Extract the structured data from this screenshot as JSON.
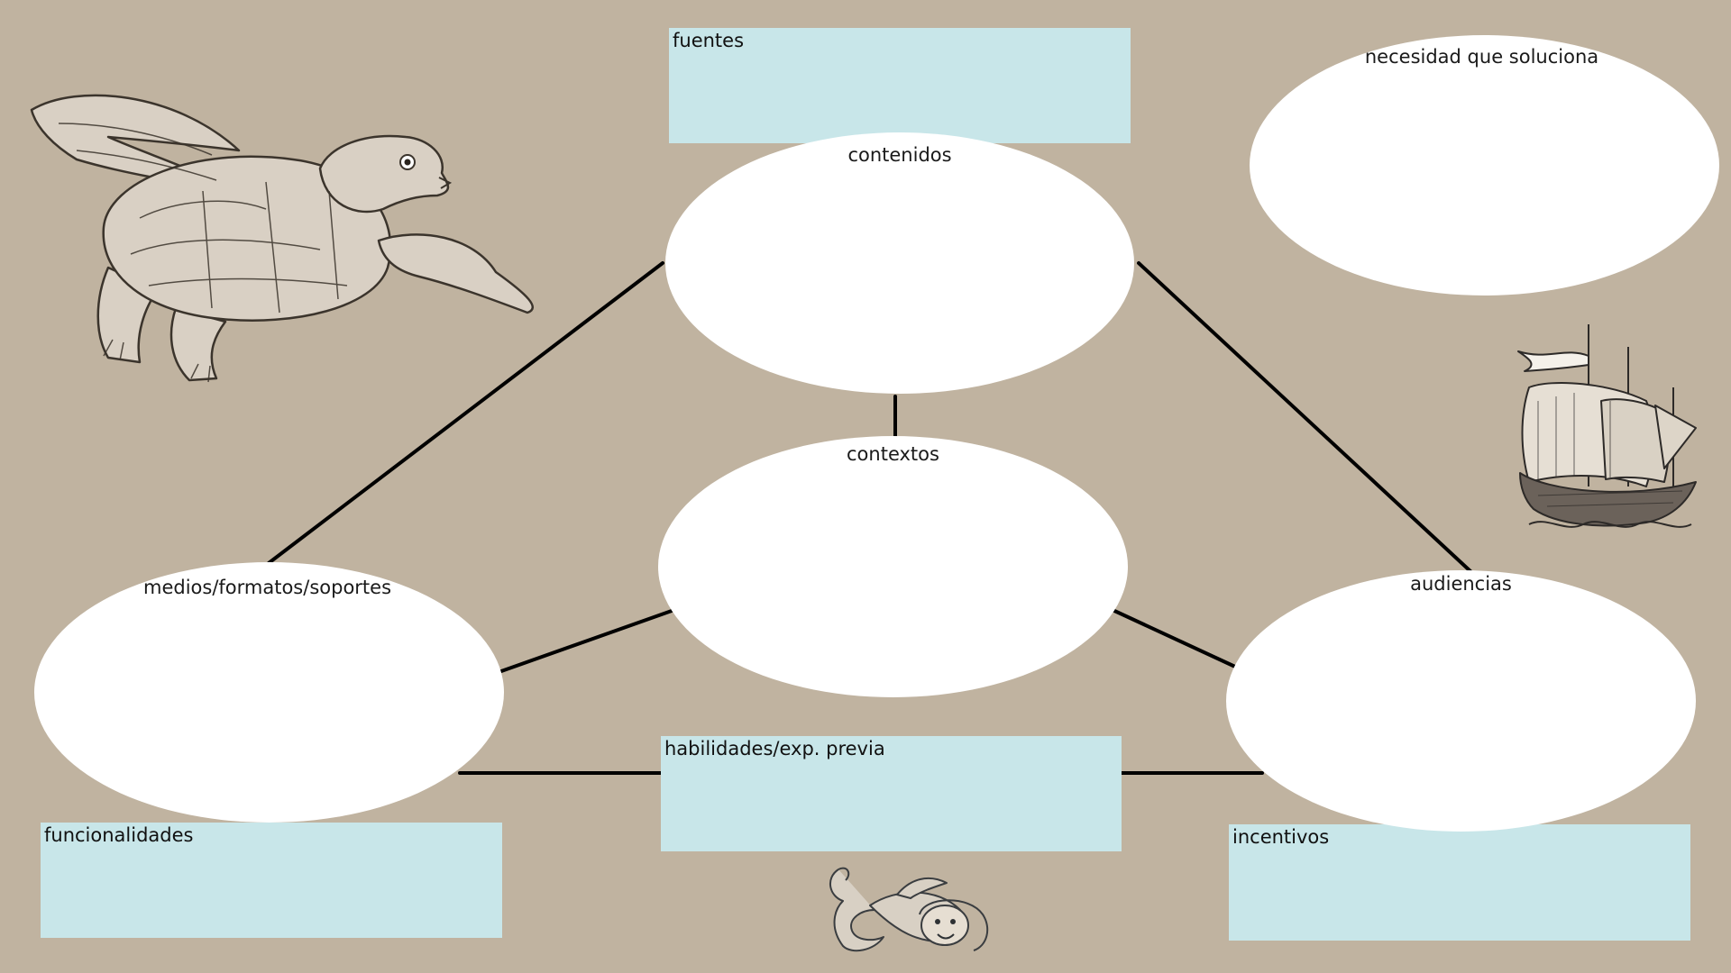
{
  "diagram": {
    "boxes": {
      "fuentes": "fuentes",
      "habilidades": "habilidades/exp. previa",
      "funcionalidades": "funcionalidades",
      "incentivos": "incentivos"
    },
    "ellipses": {
      "contenidos": "contenidos",
      "contextos": "contextos",
      "medios": "medios/formatos/soportes",
      "audiencias": "audiencias",
      "necesidad": "necesidad que soluciona"
    },
    "illustrations": [
      "winged-turtle-creature",
      "sailing-ship",
      "sea-monster"
    ]
  },
  "colors": {
    "background": "#c0b3a0",
    "box_fill": "#c8e6e9",
    "ellipse_fill": "#ffffff",
    "connector": "#000000"
  }
}
